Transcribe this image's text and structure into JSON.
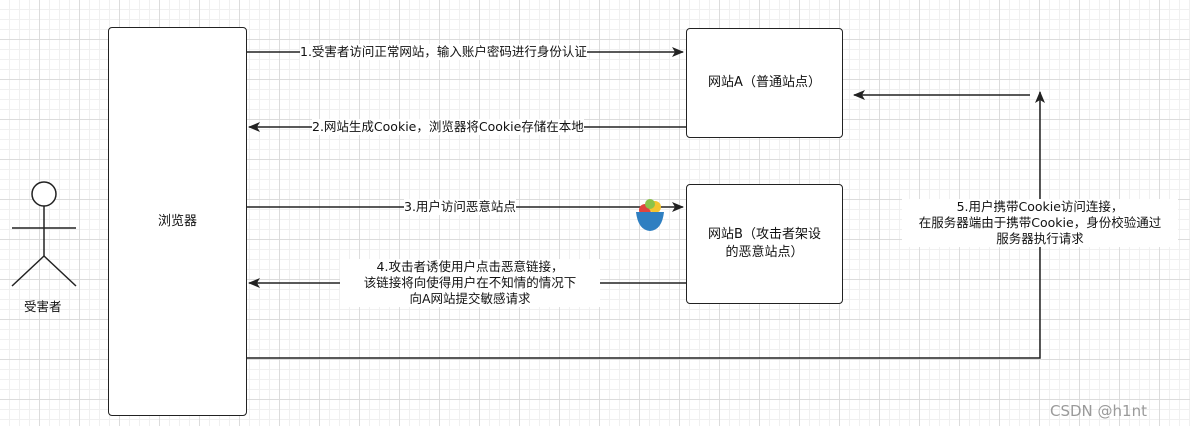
{
  "nodes": {
    "victim": "受害者",
    "browser": "浏览器",
    "site_a": "网站A（普通站点）",
    "site_b_line1": "网站B（攻击者架设",
    "site_b_line2": "的恶意站点）"
  },
  "steps": {
    "step1": "1.受害者访问正常网站，输入账户密码进行身份认证",
    "step2": "2.网站生成Cookie，浏览器将Cookie存储在本地",
    "step3": "3.用户访问恶意站点",
    "step4_lines": [
      "4.攻击者诱使用户点击恶意链接，",
      "该链接将向使得用户在不知情的情况下",
      "向A网站提交敏感请求"
    ],
    "step5_lines": [
      "5.用户携带Cookie访问连接，",
      "在服务器端由于携带Cookie，身份校验通过",
      "服务器执行请求"
    ]
  },
  "watermark": "CSDN @h1nt",
  "colors": {
    "line": "#222222",
    "grid": "#dcdcdc"
  },
  "icons": {
    "malicious_site": "bowl-icon"
  }
}
